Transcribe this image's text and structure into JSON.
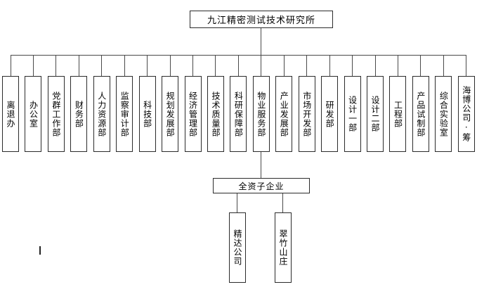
{
  "org": {
    "root": "九江精密测试技术研究所",
    "departments": [
      "离退办",
      "办公室",
      "党群工作部",
      "财务部",
      "人力资源部",
      "监察审计部",
      "科技部",
      "规划发展部",
      "经济管理部",
      "技术质量部",
      "科研保障部",
      "物业服务部",
      "产业发展部",
      "市场开发部",
      "研发部",
      "设计一部",
      "设计二部",
      "工程部",
      "产品试制部",
      "综合实验室",
      "海博公司·筹"
    ],
    "subsidiary_group": "全资子企业",
    "subsidiaries": [
      "精达公司",
      "翠竹山庄"
    ]
  },
  "colors": {
    "background": "#ffffff",
    "box_border": "#2b2b2b",
    "connector_line": "#4a4a4a",
    "text": "#000000"
  }
}
